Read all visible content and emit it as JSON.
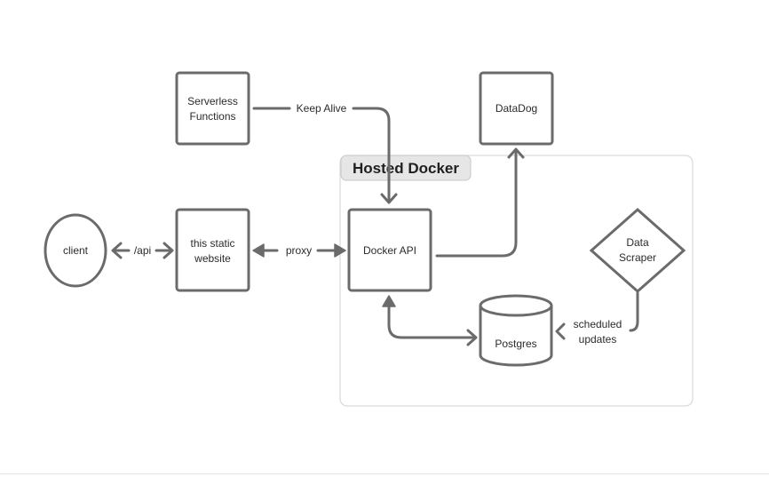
{
  "group": {
    "title": "Hosted Docker"
  },
  "nodes": {
    "client": {
      "label": "client",
      "shape": "ellipse"
    },
    "static_site": {
      "label_line1": "this static",
      "label_line2": "website",
      "shape": "rectangle"
    },
    "serverless": {
      "label_line1": "Serverless",
      "label_line2": "Functions",
      "shape": "rectangle"
    },
    "docker_api": {
      "label": "Docker API",
      "shape": "rectangle"
    },
    "datadog": {
      "label": "DataDog",
      "shape": "rectangle"
    },
    "postgres": {
      "label": "Postgres",
      "shape": "cylinder"
    },
    "scraper": {
      "label_line1": "Data",
      "label_line2": "Scraper",
      "shape": "diamond"
    }
  },
  "edges": {
    "client_static": {
      "label": "/api",
      "from": "client",
      "to": "this static website",
      "direction": "both"
    },
    "static_docker": {
      "label": "proxy",
      "from": "this static website",
      "to": "Docker API",
      "direction": "both"
    },
    "serverless_docker": {
      "label": "Keep Alive",
      "from": "Serverless Functions",
      "to": "Docker API",
      "direction": "forward"
    },
    "docker_datadog": {
      "label": "",
      "from": "Docker API",
      "to": "DataDog",
      "direction": "forward"
    },
    "docker_postgres": {
      "label": "",
      "from": "Docker API",
      "to": "Postgres",
      "direction": "both"
    },
    "scraper_postgres": {
      "label_line1": "scheduled",
      "label_line2": "updates",
      "from": "Data Scraper",
      "to": "Postgres",
      "direction": "forward"
    }
  },
  "colors": {
    "stroke": "#6b6b6b",
    "group_border": "#d9d9d9",
    "title_background": "#e6e6e6",
    "text": "#2b2b2b"
  }
}
